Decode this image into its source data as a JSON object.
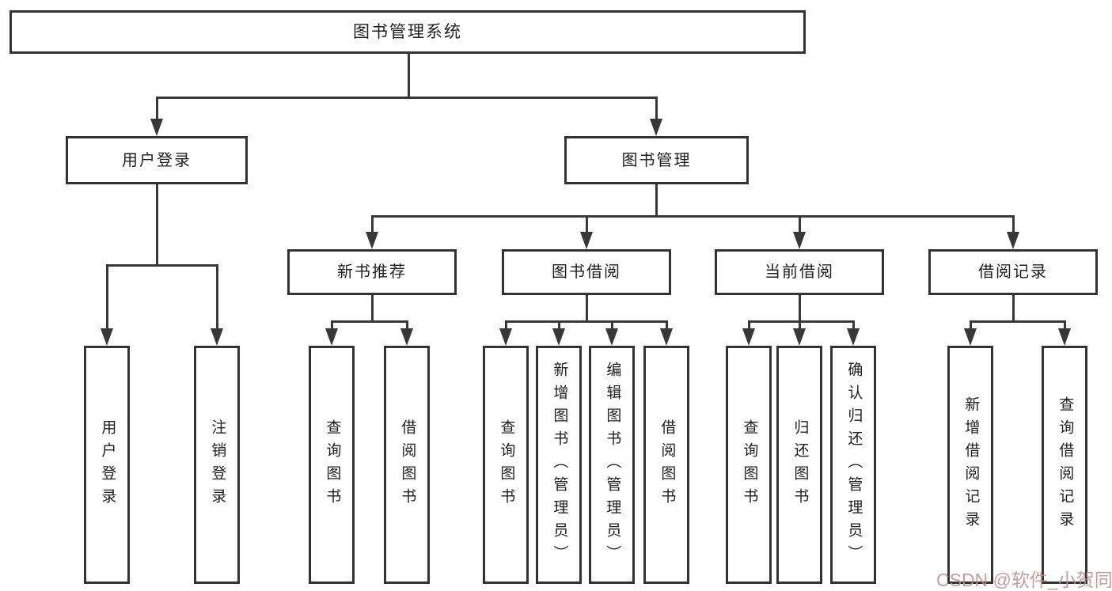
{
  "tree": {
    "label": "图书管理系统",
    "children": [
      {
        "label": "用户登录",
        "children": [
          {
            "label": "用户登录"
          },
          {
            "label": "注销登录"
          }
        ]
      },
      {
        "label": "图书管理",
        "children": [
          {
            "label": "新书推荐",
            "children": [
              {
                "label": "查询图书"
              },
              {
                "label": "借阅图书"
              }
            ]
          },
          {
            "label": "图书借阅",
            "children": [
              {
                "label": "查询图书"
              },
              {
                "label": "新增图书（管理员）"
              },
              {
                "label": "编辑图书（管理员）"
              },
              {
                "label": "借阅图书"
              }
            ]
          },
          {
            "label": "当前借阅",
            "children": [
              {
                "label": "查询图书"
              },
              {
                "label": "归还图书"
              },
              {
                "label": "确认归还（管理员）"
              }
            ]
          },
          {
            "label": "借阅记录",
            "children": [
              {
                "label": "新增借阅记录"
              },
              {
                "label": "查询借阅记录"
              }
            ]
          }
        ]
      }
    ]
  },
  "watermark": {
    "text": "CSDN @软件_小贺同学"
  },
  "colors": {
    "background": "#ffffff",
    "box_border": "#333333",
    "connector_line": "#383838",
    "text": "#1f1f1f",
    "watermark": "#bb8c8c"
  }
}
